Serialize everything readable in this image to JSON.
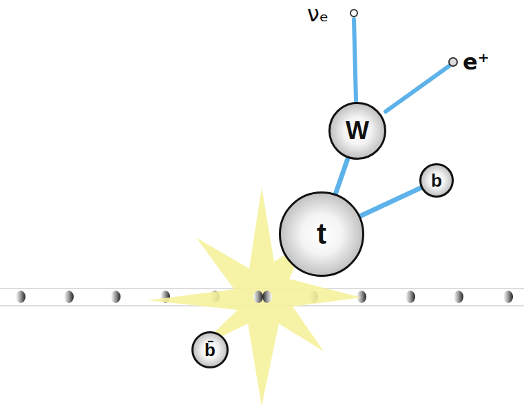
{
  "diagram": {
    "nodes": [
      {
        "text": [
          "W"
        ]
      },
      {
        "text": [
          "b"
        ]
      },
      {
        "text": [
          "t"
        ]
      },
      {
        "text": [
          "b̄"
        ]
      }
    ],
    "edges": [
      {
        "from": 2,
        "to": 0,
        "arrow": "none"
      },
      {
        "from": 2,
        "to": 1,
        "arrow": "none"
      }
    ],
    "labels": [
      "νₑ",
      "e⁺"
    ]
  }
}
